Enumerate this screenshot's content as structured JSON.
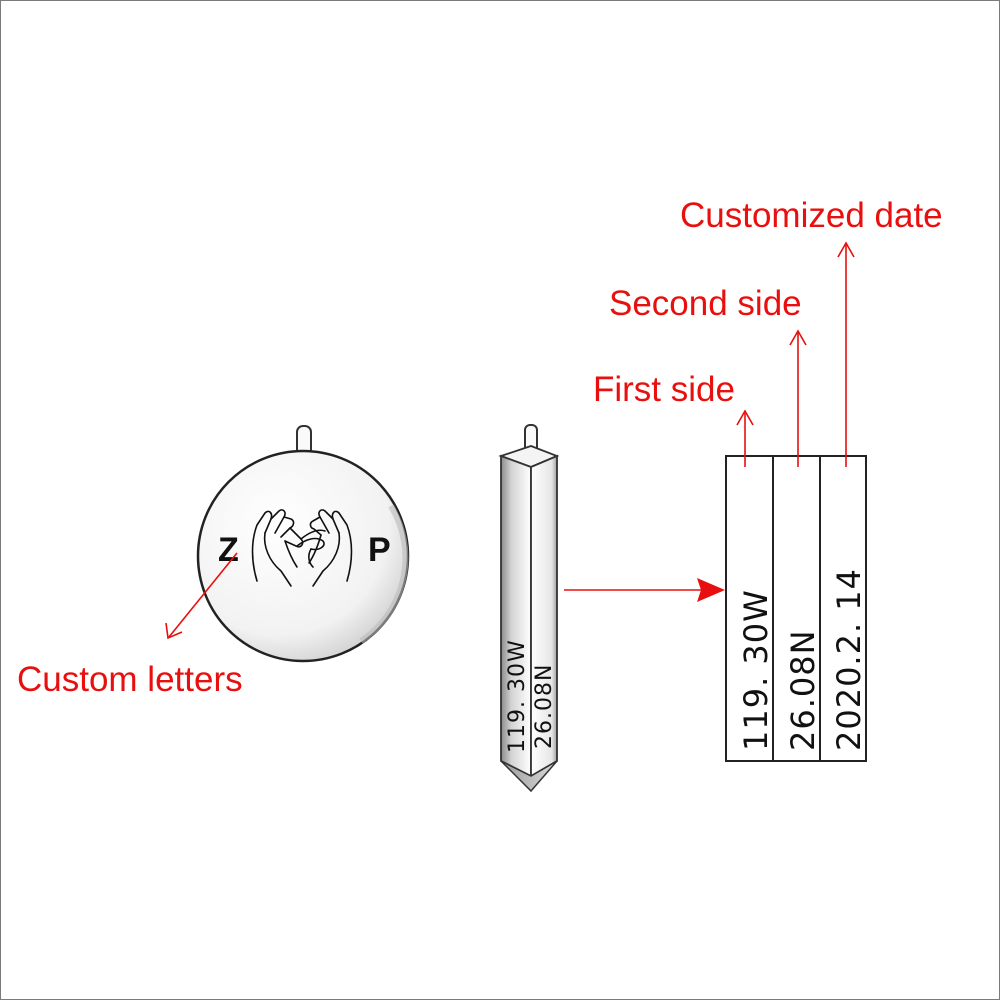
{
  "annotations": {
    "custom_letters": "Custom letters",
    "first_side": "First side",
    "second_side": "Second side",
    "customized_date": "Customized date"
  },
  "pendant": {
    "left_letter": "Z",
    "right_letter": "P",
    "emblem": "pinky-promise-hands-icon"
  },
  "bar": {
    "side_1": "119. 30W",
    "side_2": "26.08N",
    "side_3": "2020.2. 14"
  },
  "colors": {
    "annotation": "#e8100e",
    "outline": "#333333",
    "engraving": "#111111"
  }
}
